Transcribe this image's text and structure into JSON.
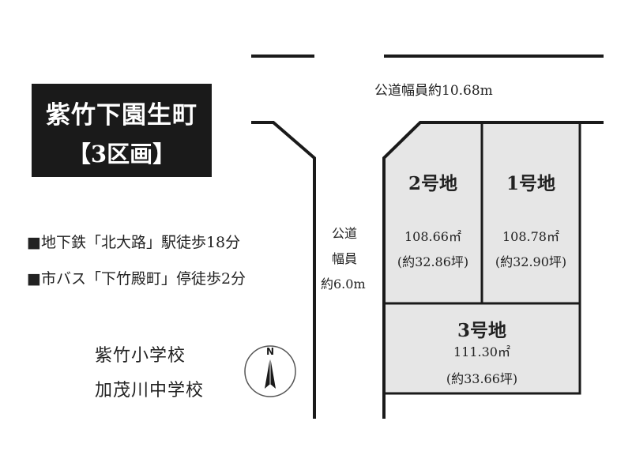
{
  "title": {
    "line1": "紫竹下園生町",
    "line2": "【3区画】"
  },
  "access": [
    "■地下鉄「北大路」駅徒歩18分",
    "■市バス「下竹殿町」停徒歩2分"
  ],
  "schools": [
    "紫竹小学校",
    "加茂川中学校"
  ],
  "compass": {
    "north_label": "N"
  },
  "roads": {
    "north": "公道幅員約10.68m",
    "west": [
      "公道",
      "幅員",
      "約6.0m"
    ]
  },
  "lots": [
    {
      "number": "2号地",
      "area": "108.66㎡",
      "tsubo": "(約32.86坪)"
    },
    {
      "number": "1号地",
      "area": "108.78㎡",
      "tsubo": "(約32.90坪)"
    },
    {
      "number": "3号地",
      "area": "111.30㎡",
      "tsubo": "(約33.66坪)"
    }
  ],
  "colors": {
    "lot_fill": "#e6e6e6",
    "line": "#1a1a1a",
    "title_bg": "#1a1a1a"
  }
}
